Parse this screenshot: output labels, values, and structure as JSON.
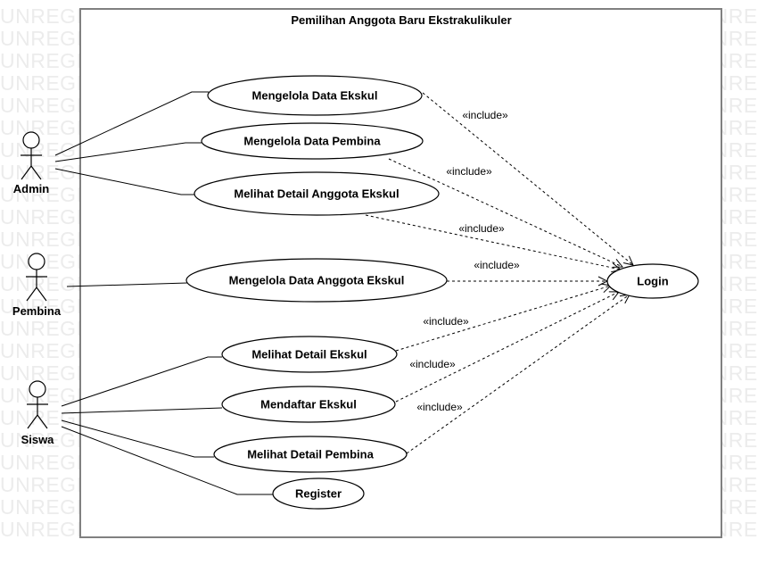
{
  "watermark": "UNREGISTERED",
  "system": {
    "title": "Pemilihan Anggota Baru Ekstrakulikuler"
  },
  "actors": [
    {
      "id": "admin",
      "label": "Admin"
    },
    {
      "id": "pembina",
      "label": "Pembina"
    },
    {
      "id": "siswa",
      "label": "Siswa"
    }
  ],
  "use_cases": [
    {
      "id": "uc1",
      "label": "Mengelola Data Ekskul"
    },
    {
      "id": "uc2",
      "label": "Mengelola Data Pembina"
    },
    {
      "id": "uc3",
      "label": "Melihat Detail Anggota Ekskul"
    },
    {
      "id": "uc4",
      "label": "Mengelola Data Anggota Ekskul"
    },
    {
      "id": "uc5",
      "label": "Melihat Detail Ekskul"
    },
    {
      "id": "uc6",
      "label": "Mendaftar Ekskul"
    },
    {
      "id": "uc7",
      "label": "Melihat Detail Pembina"
    },
    {
      "id": "uc8",
      "label": "Register"
    },
    {
      "id": "login",
      "label": "Login"
    }
  ],
  "associations": [
    {
      "actor": "admin",
      "use_case": "uc1"
    },
    {
      "actor": "admin",
      "use_case": "uc2"
    },
    {
      "actor": "admin",
      "use_case": "uc3"
    },
    {
      "actor": "pembina",
      "use_case": "uc4"
    },
    {
      "actor": "siswa",
      "use_case": "uc5"
    },
    {
      "actor": "siswa",
      "use_case": "uc6"
    },
    {
      "actor": "siswa",
      "use_case": "uc7"
    },
    {
      "actor": "siswa",
      "use_case": "uc8"
    }
  ],
  "includes": [
    {
      "from": "uc1",
      "to": "login",
      "label": "«include»"
    },
    {
      "from": "uc2",
      "to": "login",
      "label": "«include»"
    },
    {
      "from": "uc3",
      "to": "login",
      "label": "«include»"
    },
    {
      "from": "uc4",
      "to": "login",
      "label": "«include»"
    },
    {
      "from": "uc5",
      "to": "login",
      "label": "«include»"
    },
    {
      "from": "uc6",
      "to": "login",
      "label": "«include»"
    },
    {
      "from": "uc7",
      "to": "login",
      "label": "«include»"
    }
  ]
}
